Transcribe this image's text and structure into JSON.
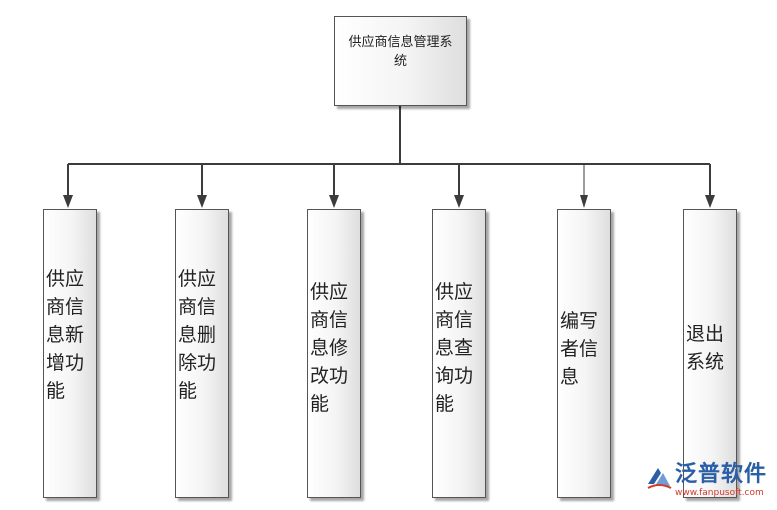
{
  "root": {
    "label": "供应商信息管理系统"
  },
  "children": [
    {
      "label": "供应商信息新增功能"
    },
    {
      "label": "供应商信息删除功能"
    },
    {
      "label": "供应商信息修改功能"
    },
    {
      "label": "供应商信息查询功能"
    },
    {
      "label": "编写者信息"
    },
    {
      "label": "退出系统"
    }
  ],
  "watermark": {
    "name": "泛普软件",
    "url": "www.fanpusoft.com",
    "icon": "fanpu-logo-icon"
  },
  "colors": {
    "line": "#3c3c3c",
    "box_border": "#555555",
    "logo_blue": "#2a5ea6",
    "logo_red": "#d23a2b"
  }
}
